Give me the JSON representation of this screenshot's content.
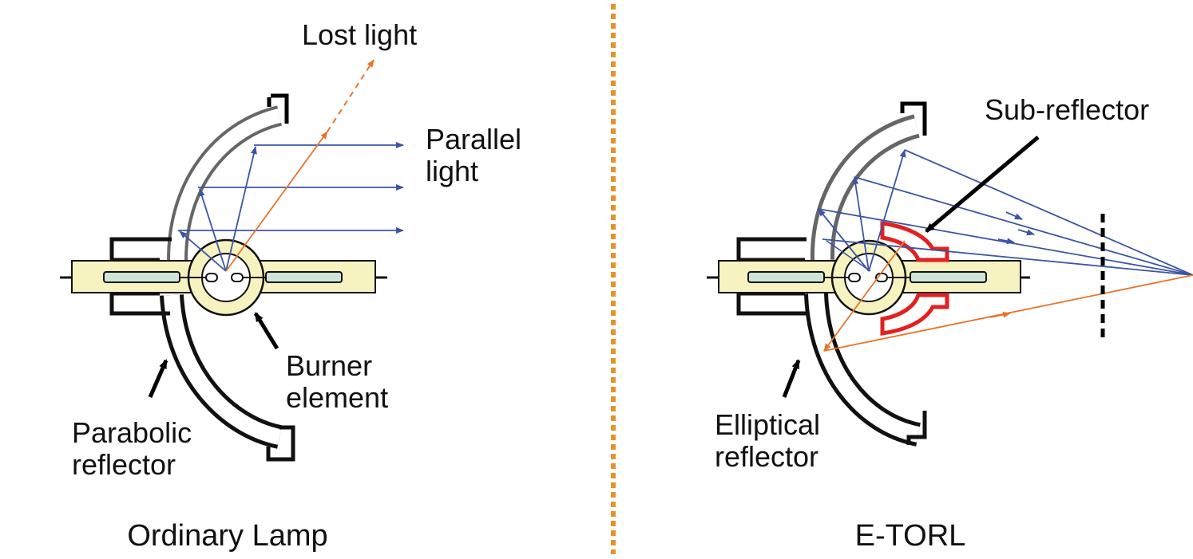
{
  "left_panel": {
    "caption": "Ordinary Lamp",
    "labels": {
      "lost_light": "Lost light",
      "parallel_light": [
        "Parallel",
        "light"
      ],
      "burner_element": [
        "Burner",
        "element"
      ],
      "parabolic_reflector": [
        "Parabolic",
        "reflector"
      ]
    }
  },
  "right_panel": {
    "caption": "E-TORL",
    "labels": {
      "sub_reflector": "Sub-reflector",
      "elliptical_reflector": [
        "Elliptical",
        "reflector"
      ]
    }
  },
  "colors": {
    "blue_ray": "#3a55a4",
    "orange_ray": "#e8732a",
    "divider": "#e8922a",
    "sub_reflector": "#e32020",
    "lamp_fill": "#f7f3c0",
    "electrode_fill": "#cfe3d6",
    "reflector_top": "#666666",
    "reflector_bottom": "#111111"
  }
}
